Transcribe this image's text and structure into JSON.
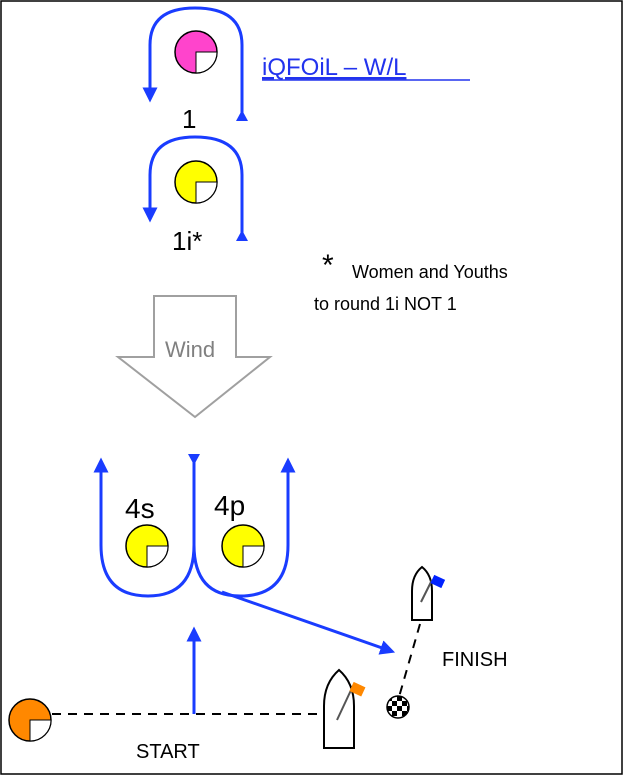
{
  "title": "iQFOiL  – W/L",
  "marks": {
    "mark1": "1",
    "mark1i": "1i*",
    "mark4s": "4s",
    "mark4p": "4p"
  },
  "note": {
    "asterisk": "*",
    "line1": "Women and Youths",
    "line2": "to round 1i NOT 1"
  },
  "wind_label": "Wind",
  "finish_label": "FINISH",
  "start_label": "START",
  "colors": {
    "route": "#1a3cff",
    "mark_yellow": "#ffff00",
    "mark_magenta": "#ff44cc",
    "mark_orange": "#ff8800",
    "flag_blue": "#0022ff",
    "flag_orange": "#ff8800",
    "wind_arrow": "#a0a0a0",
    "title_link": "#2233ee"
  }
}
